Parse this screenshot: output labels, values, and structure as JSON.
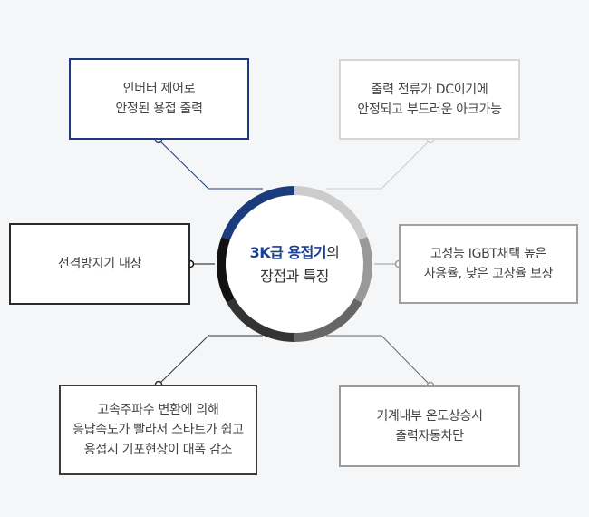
{
  "center": {
    "title_accent": "3K급 용접기",
    "title_suffix": "의",
    "title_line2": "장점과 특징"
  },
  "features": {
    "top_left": {
      "lines": [
        "인버터 제어로",
        "안정된 용접 출력"
      ]
    },
    "top_right": {
      "lines": [
        "출력 전류가 DC이기에",
        "안정되고 부드러운 아크가능"
      ]
    },
    "middle_left": {
      "lines": [
        "전격방지기 내장"
      ]
    },
    "middle_right": {
      "lines": [
        "고성능 IGBT채택 높은",
        "사용율, 낮은 고장율 보장"
      ]
    },
    "bottom_left": {
      "lines": [
        "고속주파수 변환에 의해",
        "응답속도가 빨라서 스타트가 쉽고",
        "용접시 기포현상이 대폭 감소"
      ]
    },
    "bottom_right": {
      "lines": [
        "기계내부 온도상승시",
        "출력자동차단"
      ]
    }
  },
  "colors": {
    "navy": "#1c3b7c",
    "light_gray": "#cccccc",
    "mid_gray": "#999999",
    "dark_gray": "#666666",
    "charcoal": "#333333",
    "black": "#111111"
  }
}
